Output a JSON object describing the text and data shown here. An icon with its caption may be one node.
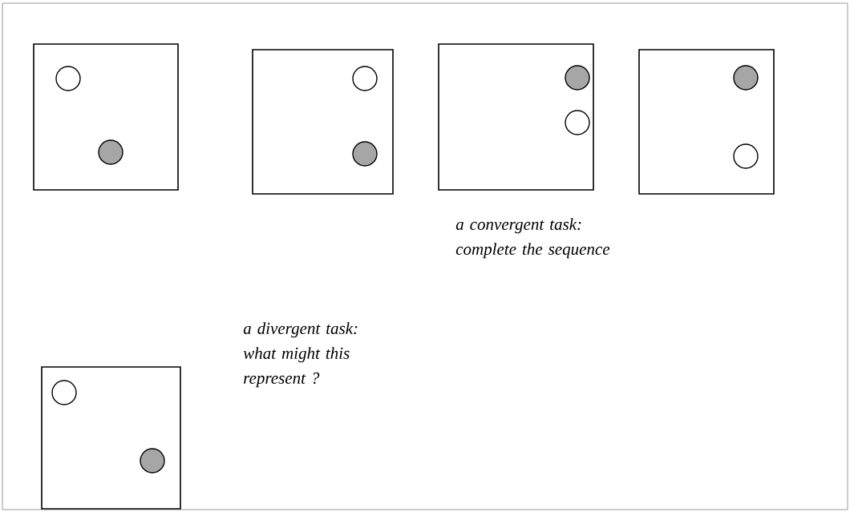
{
  "diagram": {
    "nodes": [
      {
        "text": [],
        "shape": "box"
      },
      {
        "text": [],
        "shape": "box"
      },
      {
        "text": [],
        "shape": "box"
      },
      {
        "text": [],
        "shape": "box"
      },
      {
        "text": [],
        "shape": "box"
      }
    ],
    "labels": [
      "a convergent task: complete the sequence",
      "a divergent task: what might this represent ?"
    ]
  }
}
